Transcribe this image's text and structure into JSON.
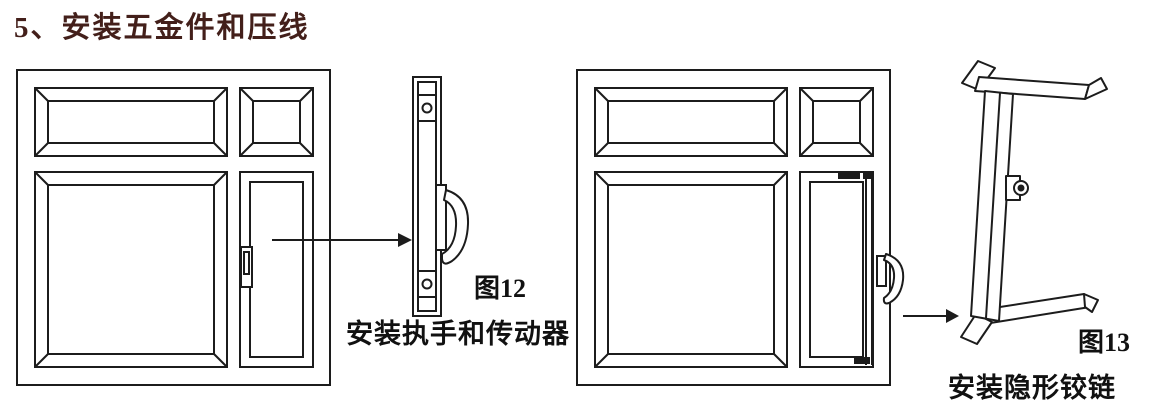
{
  "colors": {
    "background": "#ffffff",
    "line": "#1c1c1c",
    "title_text": "#431f1a",
    "caption_text": "#111111"
  },
  "page": {
    "title": "5、安装五金件和压线"
  },
  "figures": [
    {
      "number": "图12",
      "caption": "安装执手和传动器"
    },
    {
      "number": "图13",
      "caption": "安装隐形铰链"
    }
  ]
}
